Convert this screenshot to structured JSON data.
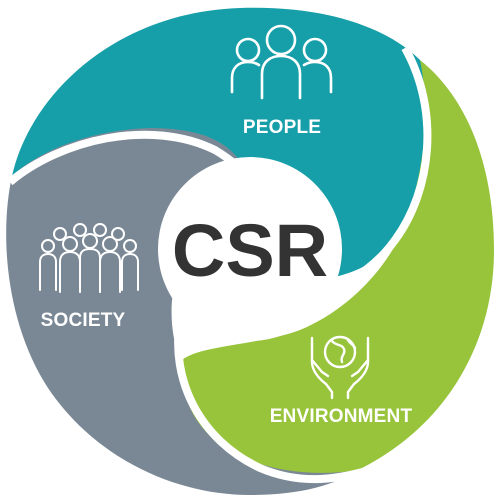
{
  "center": {
    "label": "CSR"
  },
  "segments": [
    {
      "key": "people",
      "label": "PEOPLE",
      "icon": "people-group-icon",
      "color": "#169fa8"
    },
    {
      "key": "environment",
      "label": "ENVIRONMENT",
      "icon": "hands-holding-globe-icon",
      "color": "#98c43b"
    },
    {
      "key": "society",
      "label": "SOCIETY",
      "icon": "crowd-icon",
      "color": "#7a8896"
    }
  ]
}
